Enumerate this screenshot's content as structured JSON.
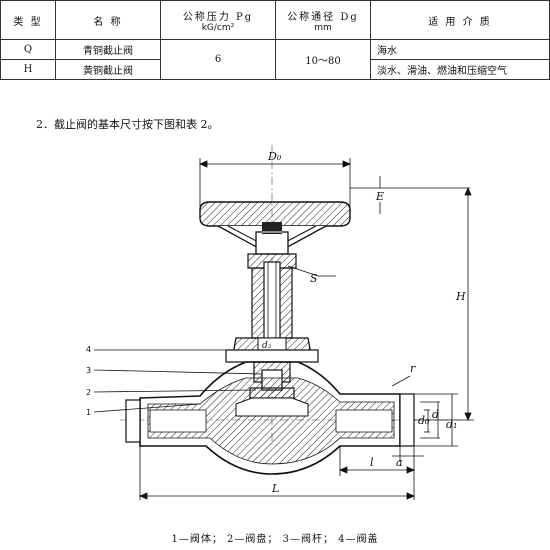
{
  "table": {
    "headers": {
      "type": "类 型",
      "name": "名 称",
      "pressure": "公称压力 Pg",
      "pressure_unit": "kG/cm²",
      "diameter": "公称通径 Dg",
      "diameter_unit": "mm",
      "medium": "适 用 介 质"
    },
    "rows": [
      {
        "type": "Q",
        "name": "青铜截止阀",
        "medium": "海水"
      },
      {
        "type": "H",
        "name": "黄铜截止阀",
        "medium": "淡水、滑油、燃油和压缩空气"
      }
    ],
    "shared": {
      "pressure": "6",
      "diameter": "10～80"
    }
  },
  "note": "2．截止阀的基本尺寸按下图和表 2。",
  "drawing": {
    "dims": {
      "D0": "D₀",
      "H": "H",
      "L": "L",
      "S": "S",
      "E": "E",
      "r": "r",
      "l": "l",
      "a": "a",
      "d0": "d₀",
      "d": "d",
      "d1": "d₁",
      "d2": "d₂"
    },
    "callouts": [
      "4",
      "3",
      "2",
      "1"
    ]
  },
  "caption": "1—阀体；  2—阀盘；  3—阀杆；  4—阀盖"
}
